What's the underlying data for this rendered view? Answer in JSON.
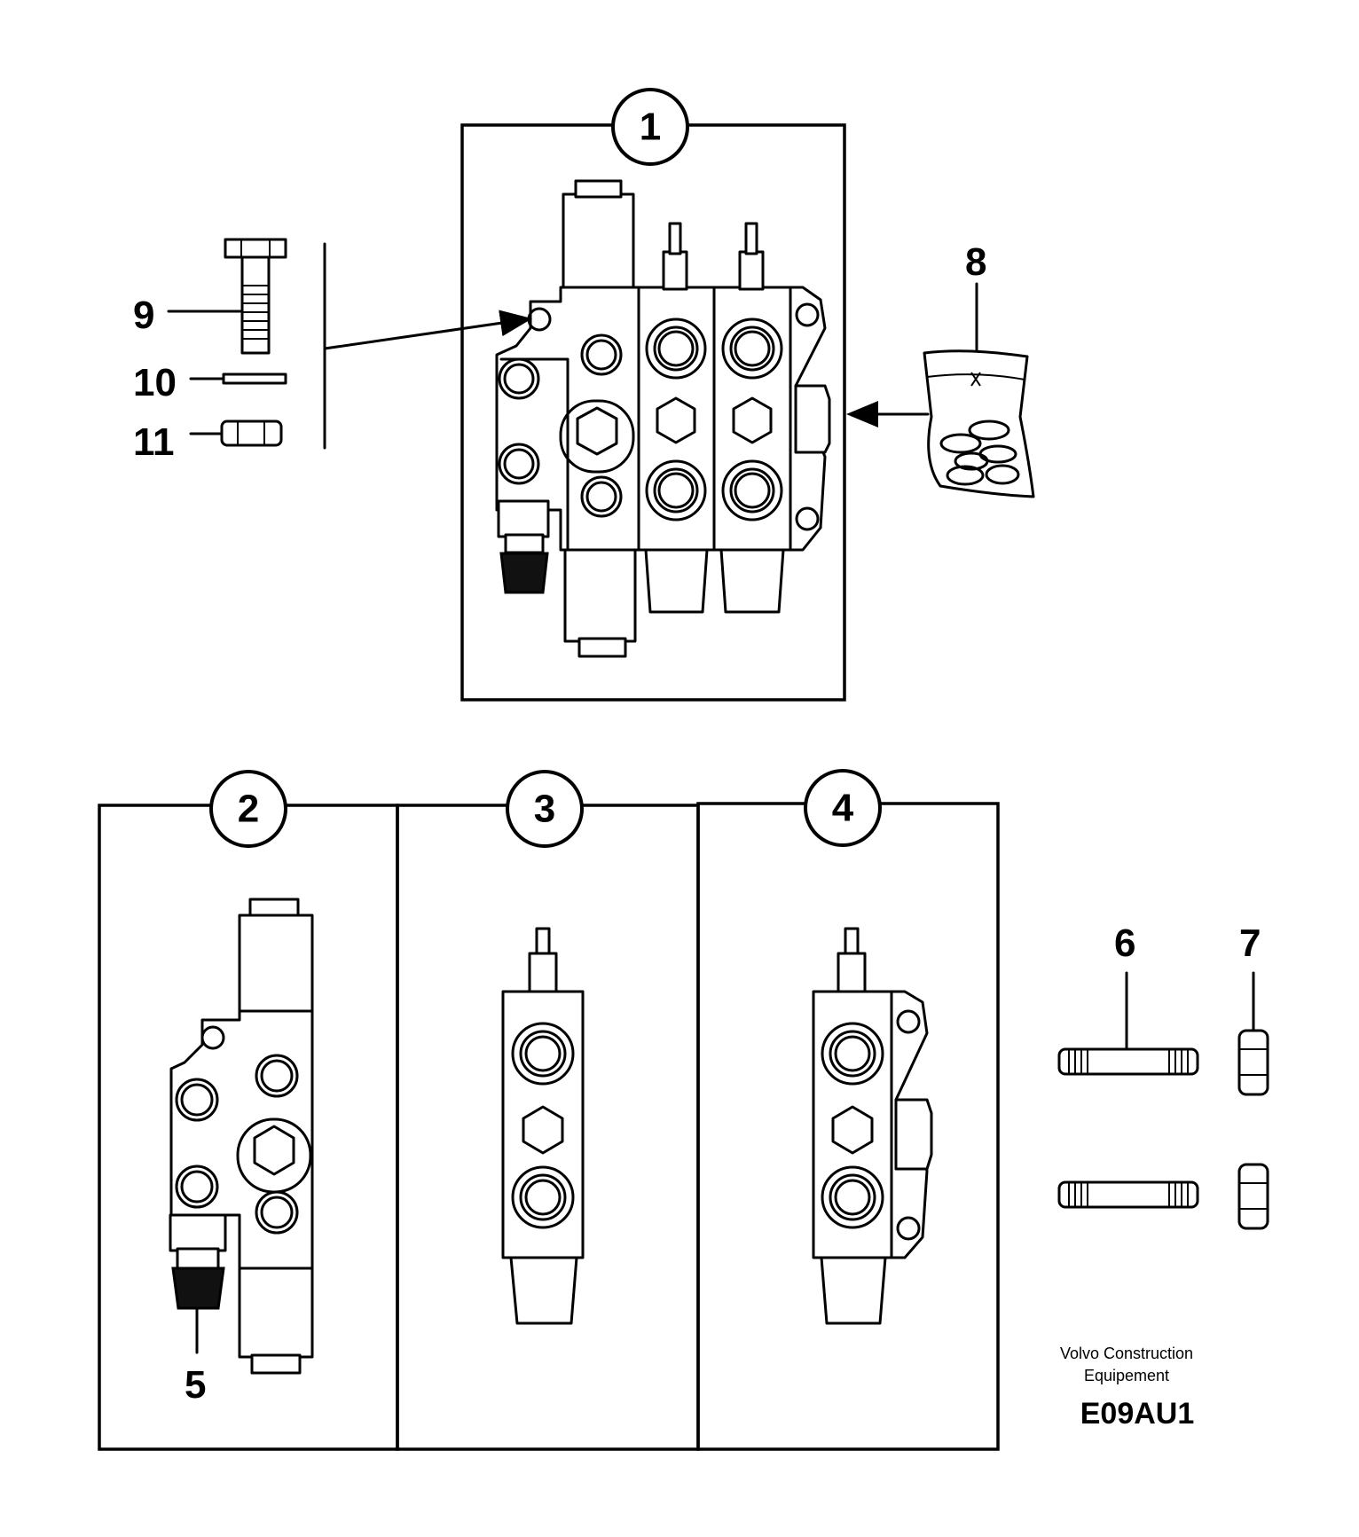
{
  "callouts": {
    "assembly": "1",
    "section_2": "2",
    "section_3": "3",
    "section_4": "4"
  },
  "parts": {
    "p5": "5",
    "p6": "6",
    "p7": "7",
    "p8": "8",
    "p9": "9",
    "p10": "10",
    "p11": "11"
  },
  "credit": {
    "line1": "Volvo Construction",
    "line2": "Equipement",
    "code": "E09AU1"
  }
}
